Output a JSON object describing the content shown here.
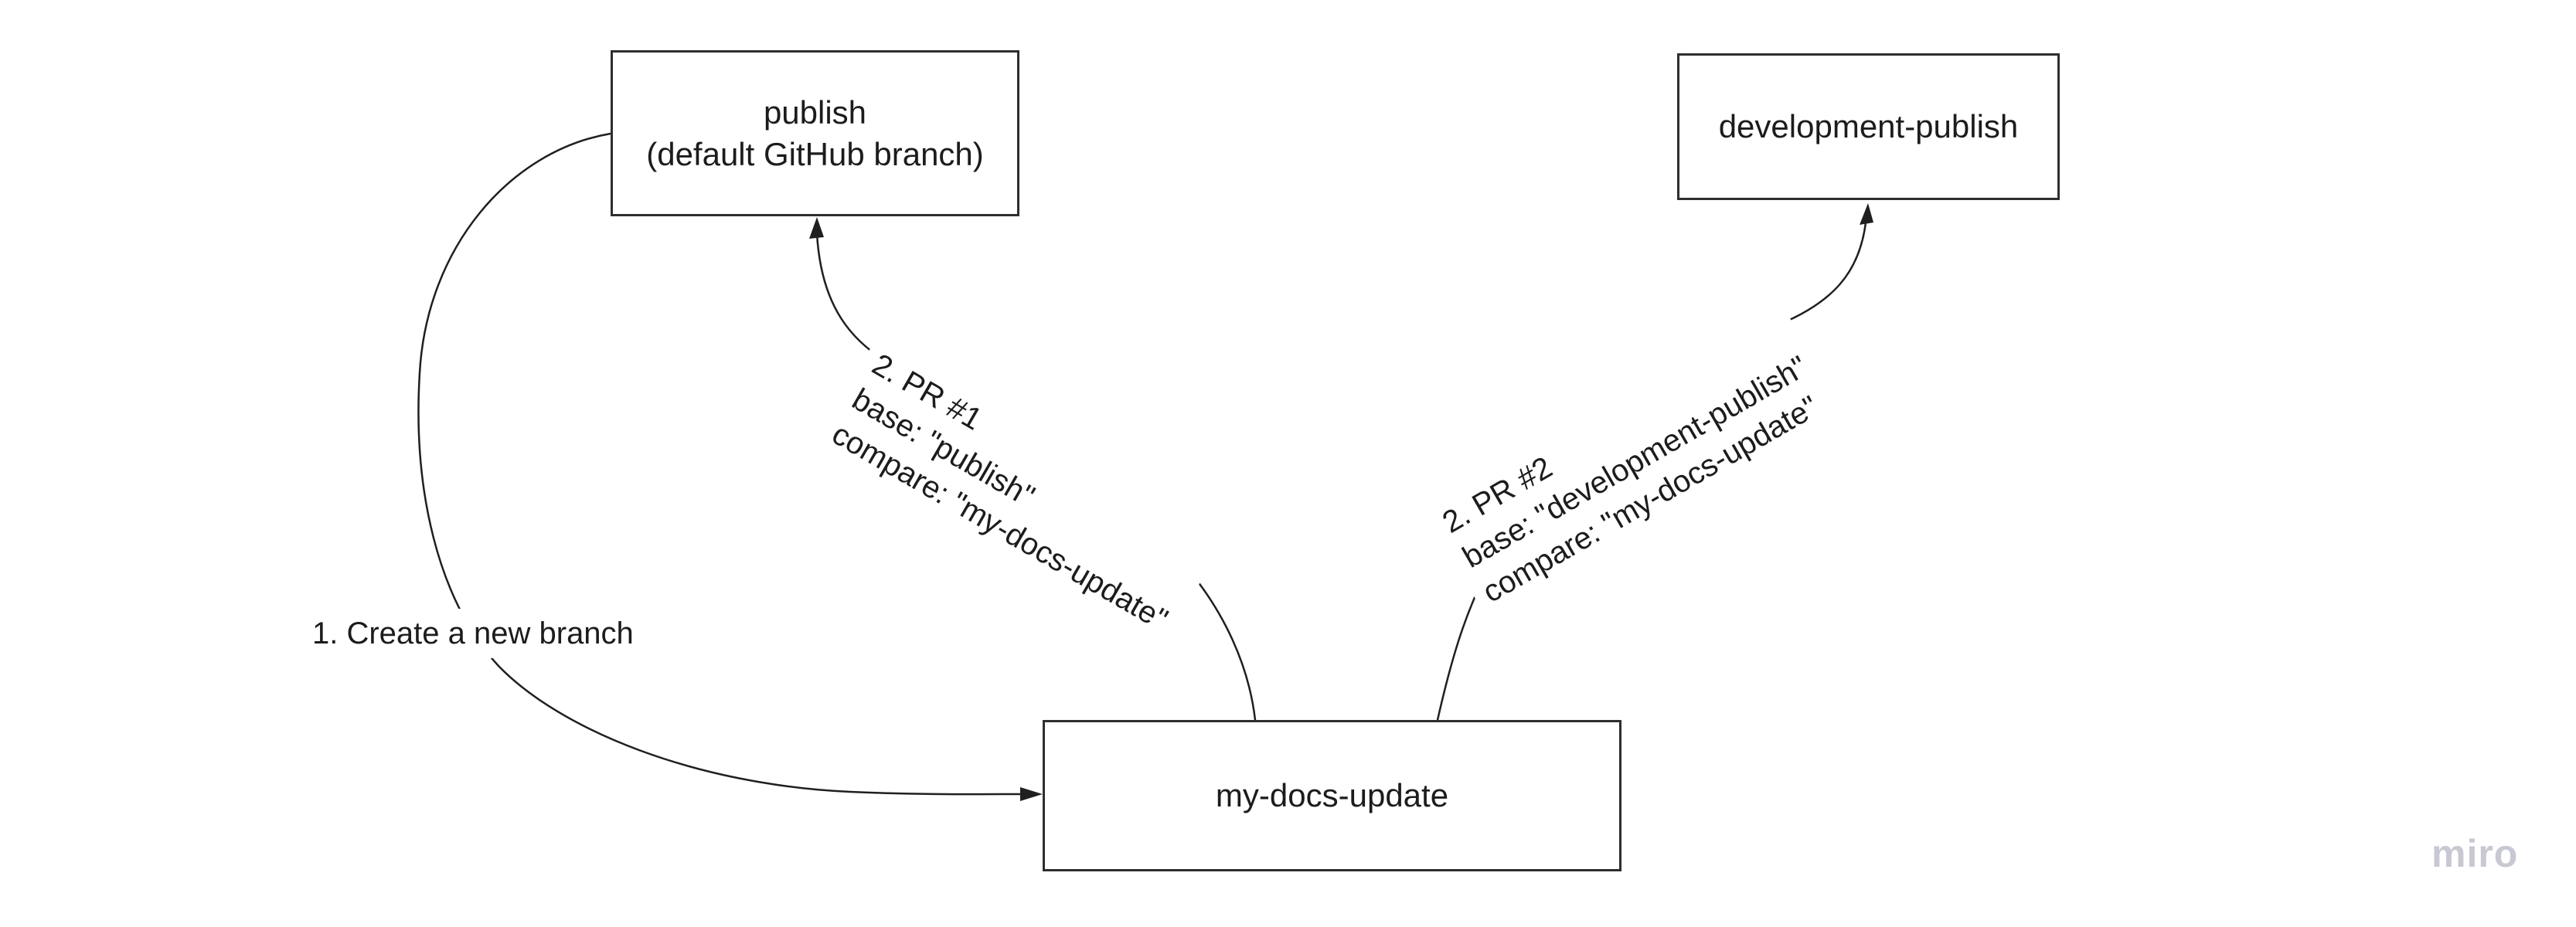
{
  "board": {
    "watermark": "miro"
  },
  "colors": {
    "background": "#ffffff",
    "ink": "#1f1f1f",
    "border": "#2e2e2e",
    "text": "#1c1c1c",
    "watermark": "#c8c8d2"
  },
  "nodes": [
    {
      "id": "publish",
      "lines": [
        "publish",
        "(default GitHub branch)"
      ]
    },
    {
      "id": "development-publish",
      "lines": [
        "development-publish"
      ]
    },
    {
      "id": "my-docs-update",
      "lines": [
        "my-docs-update"
      ]
    }
  ],
  "edges": [
    {
      "id": "create-branch",
      "from": "publish",
      "to": "my-docs-update",
      "lines": [
        "1. Create a new branch"
      ]
    },
    {
      "id": "pr-1",
      "from": "my-docs-update",
      "to": "publish",
      "lines": [
        "2. PR #1",
        "base: \"publish\"",
        "compare: \"my-docs-update\""
      ]
    },
    {
      "id": "pr-2",
      "from": "my-docs-update",
      "to": "development-publish",
      "lines": [
        "2. PR #2",
        "base: \"development-publish\"",
        "compare: \"my-docs-update\""
      ]
    }
  ]
}
